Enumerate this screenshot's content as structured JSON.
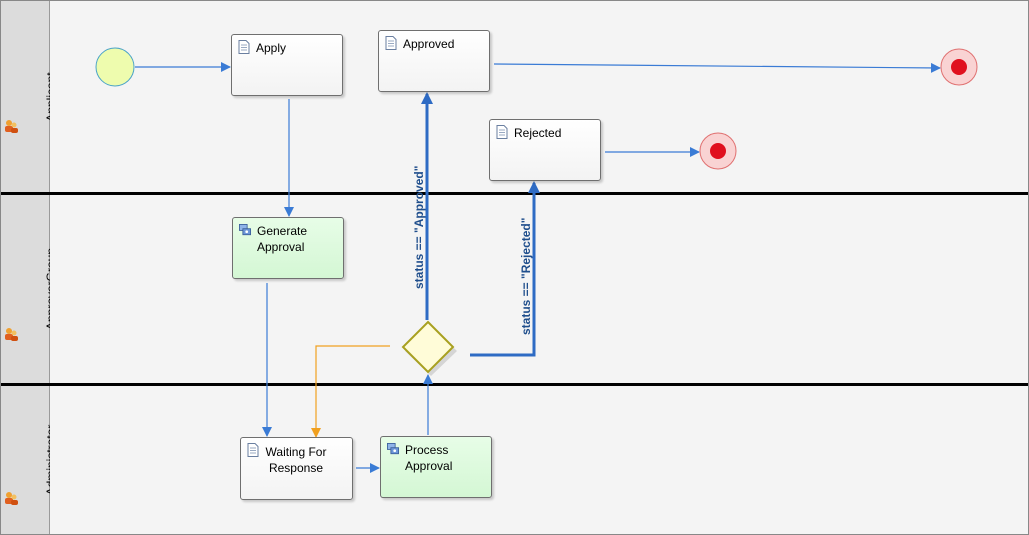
{
  "diagram": {
    "type": "bpmn-swimlane-process",
    "lanes": [
      {
        "id": "applicant",
        "label": "Applicant"
      },
      {
        "id": "approvergroup",
        "label": "ApproverGroup"
      },
      {
        "id": "administrator",
        "label": "Administrator"
      }
    ],
    "tasks": {
      "apply": {
        "label": "Apply",
        "kind": "user-task"
      },
      "approved": {
        "label": "Approved",
        "kind": "user-task"
      },
      "rejected": {
        "label": "Rejected",
        "kind": "user-task"
      },
      "generate_approval": {
        "label": "Generate Approval",
        "kind": "service-task"
      },
      "waiting_for_response": {
        "label": "Waiting For Response",
        "kind": "user-task"
      },
      "process_approval": {
        "label": "Process Approval",
        "kind": "service-task"
      }
    },
    "events": {
      "start": {
        "kind": "start-event",
        "color": "#eefcae"
      },
      "end_approved": {
        "kind": "end-event",
        "color": "#e0101e"
      },
      "end_rejected": {
        "kind": "end-event",
        "color": "#e0101e"
      }
    },
    "gateway": {
      "kind": "exclusive-gateway",
      "color": "#fffcd8"
    },
    "conditions": {
      "approved": "status == \"Approved\"",
      "rejected": "status == \"Rejected\""
    },
    "colors": {
      "flow": "#3a7bd5",
      "conditional_flow": "#2e6bc4",
      "loop_flow": "#f0a020",
      "lane_divider": "#000000"
    }
  }
}
